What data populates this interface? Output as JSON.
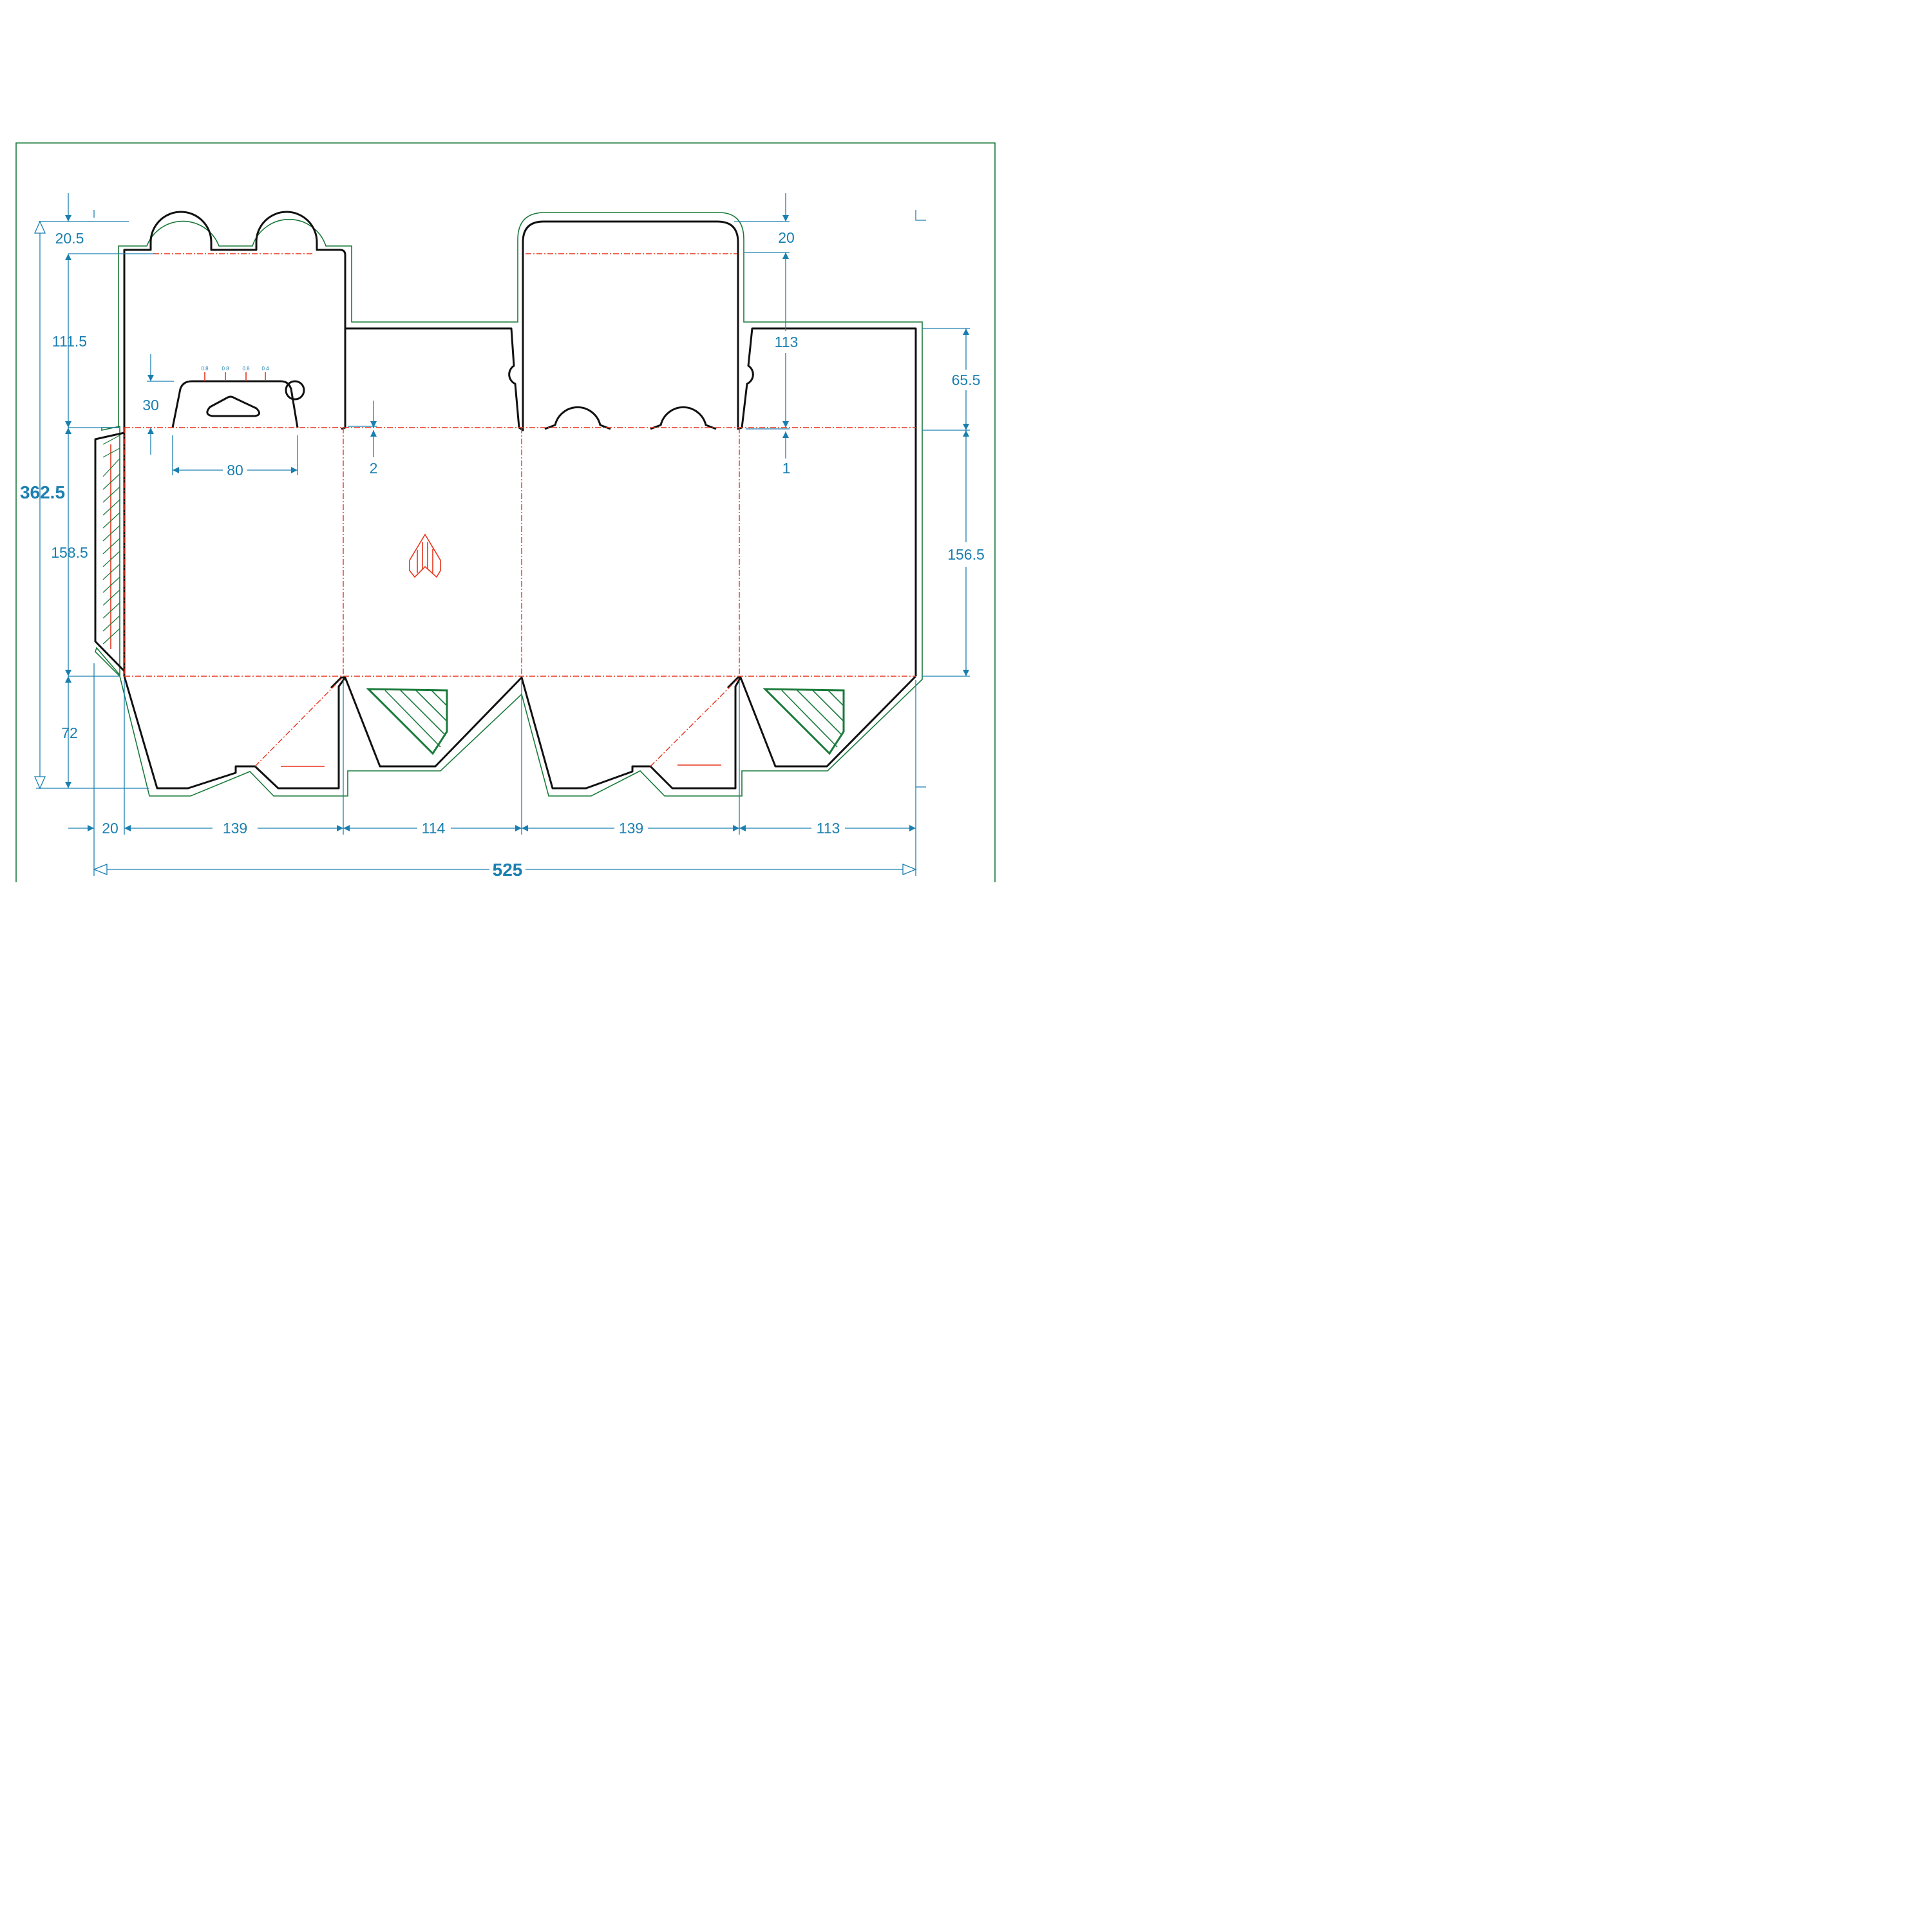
{
  "colors": {
    "cut_line": "#111111",
    "bleed_line": "#1a7a3a",
    "crease_line": "#e8341c",
    "dimension": "#1a7fb0"
  },
  "dimensions": {
    "top_flap_offset": "20.5",
    "top_panel_height": "111.5",
    "hang_tab_height": "30",
    "hang_tab_width": "80",
    "tab_notch_offset": "2",
    "main_panel_height": "158.5",
    "bottom_flap_height": "72",
    "total_height": "362.5",
    "lid_offset": "20",
    "lid_height": "113",
    "lid_tab_offset": "1",
    "side_flap_height": "65.5",
    "right_panel_height": "156.5",
    "glue_flap_width": "20",
    "panel_width_1": "139",
    "panel_width_2": "114",
    "panel_width_3": "139",
    "panel_width_4": "113",
    "total_width": "525"
  },
  "tab_slot_labels": [
    "0.8",
    "0.8",
    "0.8",
    "0.4"
  ]
}
